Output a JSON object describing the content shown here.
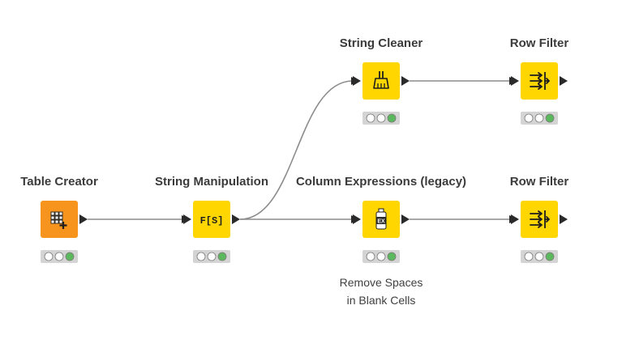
{
  "workflow": {
    "nodes": [
      {
        "id": "table-creator",
        "title": "Table Creator",
        "category_color": "#f7941d",
        "icon": "table-plus-icon",
        "status": [
          "idle",
          "idle",
          "executed"
        ],
        "annotation": []
      },
      {
        "id": "string-manipulation",
        "title": "String Manipulation",
        "category_color": "#ffd600",
        "icon": "function-string-icon",
        "icon_text": "F[S]",
        "status": [
          "idle",
          "idle",
          "executed"
        ],
        "annotation": []
      },
      {
        "id": "string-cleaner",
        "title": "String Cleaner",
        "category_color": "#ffd600",
        "icon": "broom-icon",
        "status": [
          "idle",
          "idle",
          "executed"
        ],
        "annotation": []
      },
      {
        "id": "row-filter-top",
        "title": "Row Filter",
        "category_color": "#ffd600",
        "icon": "filter-arrows-icon",
        "status": [
          "idle",
          "idle",
          "executed"
        ],
        "annotation": []
      },
      {
        "id": "column-expressions",
        "title": "Column Expressions (legacy)",
        "category_color": "#ffd600",
        "icon": "expression-bottle-icon",
        "icon_text": "EX",
        "status": [
          "idle",
          "idle",
          "executed"
        ],
        "annotation": [
          "Remove Spaces",
          "in Blank Cells"
        ]
      },
      {
        "id": "row-filter-bottom",
        "title": "Row Filter",
        "category_color": "#ffd600",
        "icon": "filter-arrows-icon",
        "status": [
          "idle",
          "idle",
          "executed"
        ],
        "annotation": []
      }
    ],
    "connections": [
      {
        "from": "table-creator",
        "to": "string-manipulation"
      },
      {
        "from": "string-manipulation",
        "to": "string-cleaner"
      },
      {
        "from": "string-manipulation",
        "to": "column-expressions"
      },
      {
        "from": "string-cleaner",
        "to": "row-filter-top"
      },
      {
        "from": "column-expressions",
        "to": "row-filter-bottom"
      }
    ],
    "colors": {
      "status_executed": "#5cb85c",
      "status_idle": "#ffffff",
      "status_tray": "#d4d4d4",
      "port": "#2a2a2a",
      "connection": "#8c8c8c",
      "icon_stroke": "#1e1e1e"
    }
  }
}
